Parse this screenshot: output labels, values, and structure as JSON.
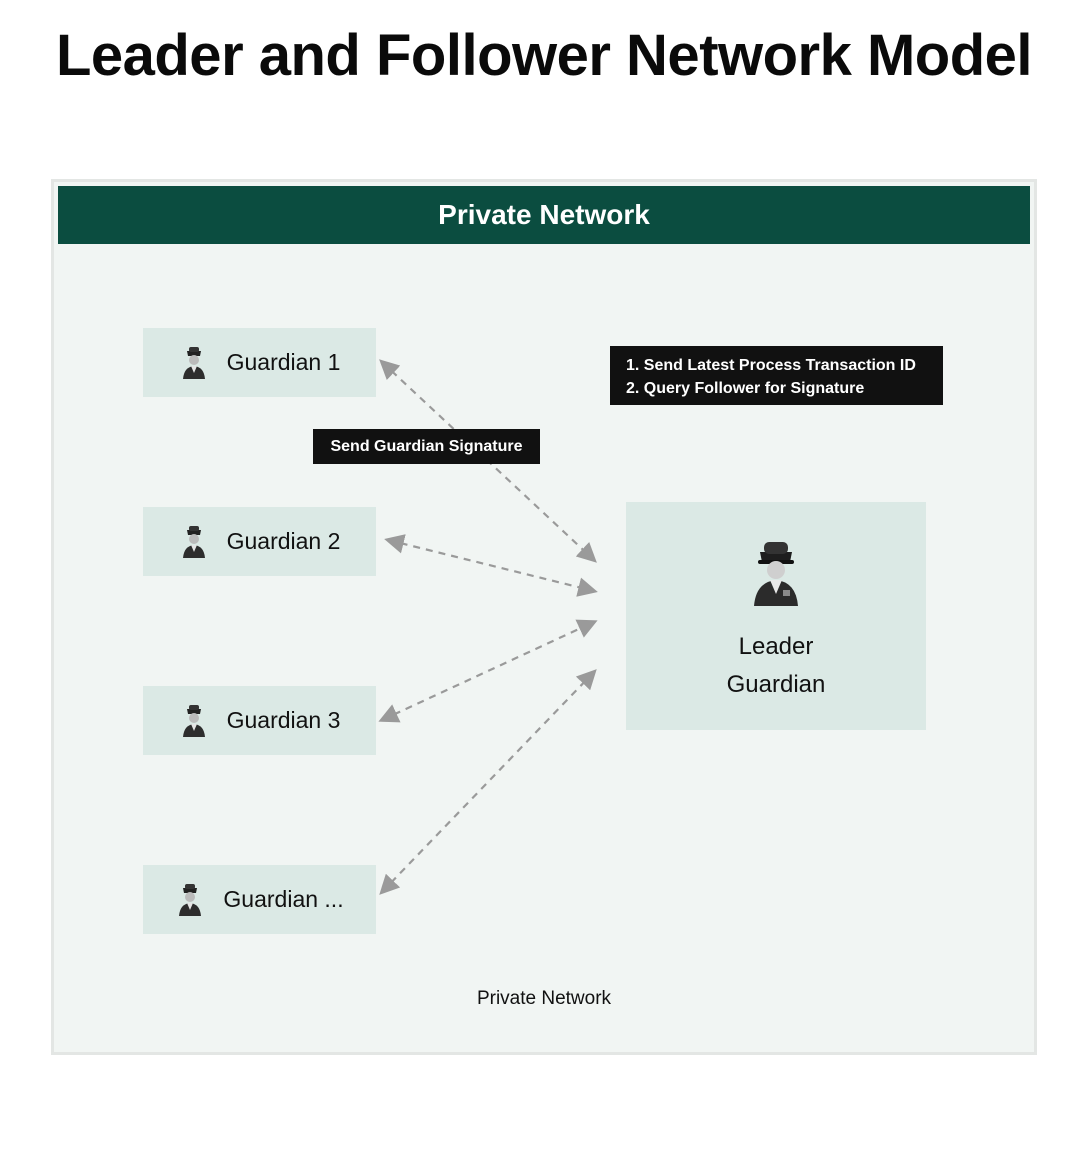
{
  "title": "Leader and Follower Network Model",
  "network": {
    "header": "Private Network",
    "footer_label": "Private Network"
  },
  "followers": [
    {
      "label": "Guardian 1"
    },
    {
      "label": "Guardian 2"
    },
    {
      "label": "Guardian 3"
    },
    {
      "label": "Guardian ..."
    }
  ],
  "leader": {
    "line1": "Leader",
    "line2": "Guardian"
  },
  "callouts": {
    "leader_steps": [
      "1. Send Latest Process Transaction ID",
      "2. Query Follower for Signature"
    ],
    "follower_reply": "Send Guardian Signature"
  },
  "colors": {
    "header_bg": "#0b4d40",
    "frame_bg": "#f1f5f3",
    "node_bg": "#dbe9e5",
    "callout_bg": "#111111",
    "arrow": "#9a9a9a"
  },
  "icons": {
    "guardian": "guardian-person-icon"
  }
}
